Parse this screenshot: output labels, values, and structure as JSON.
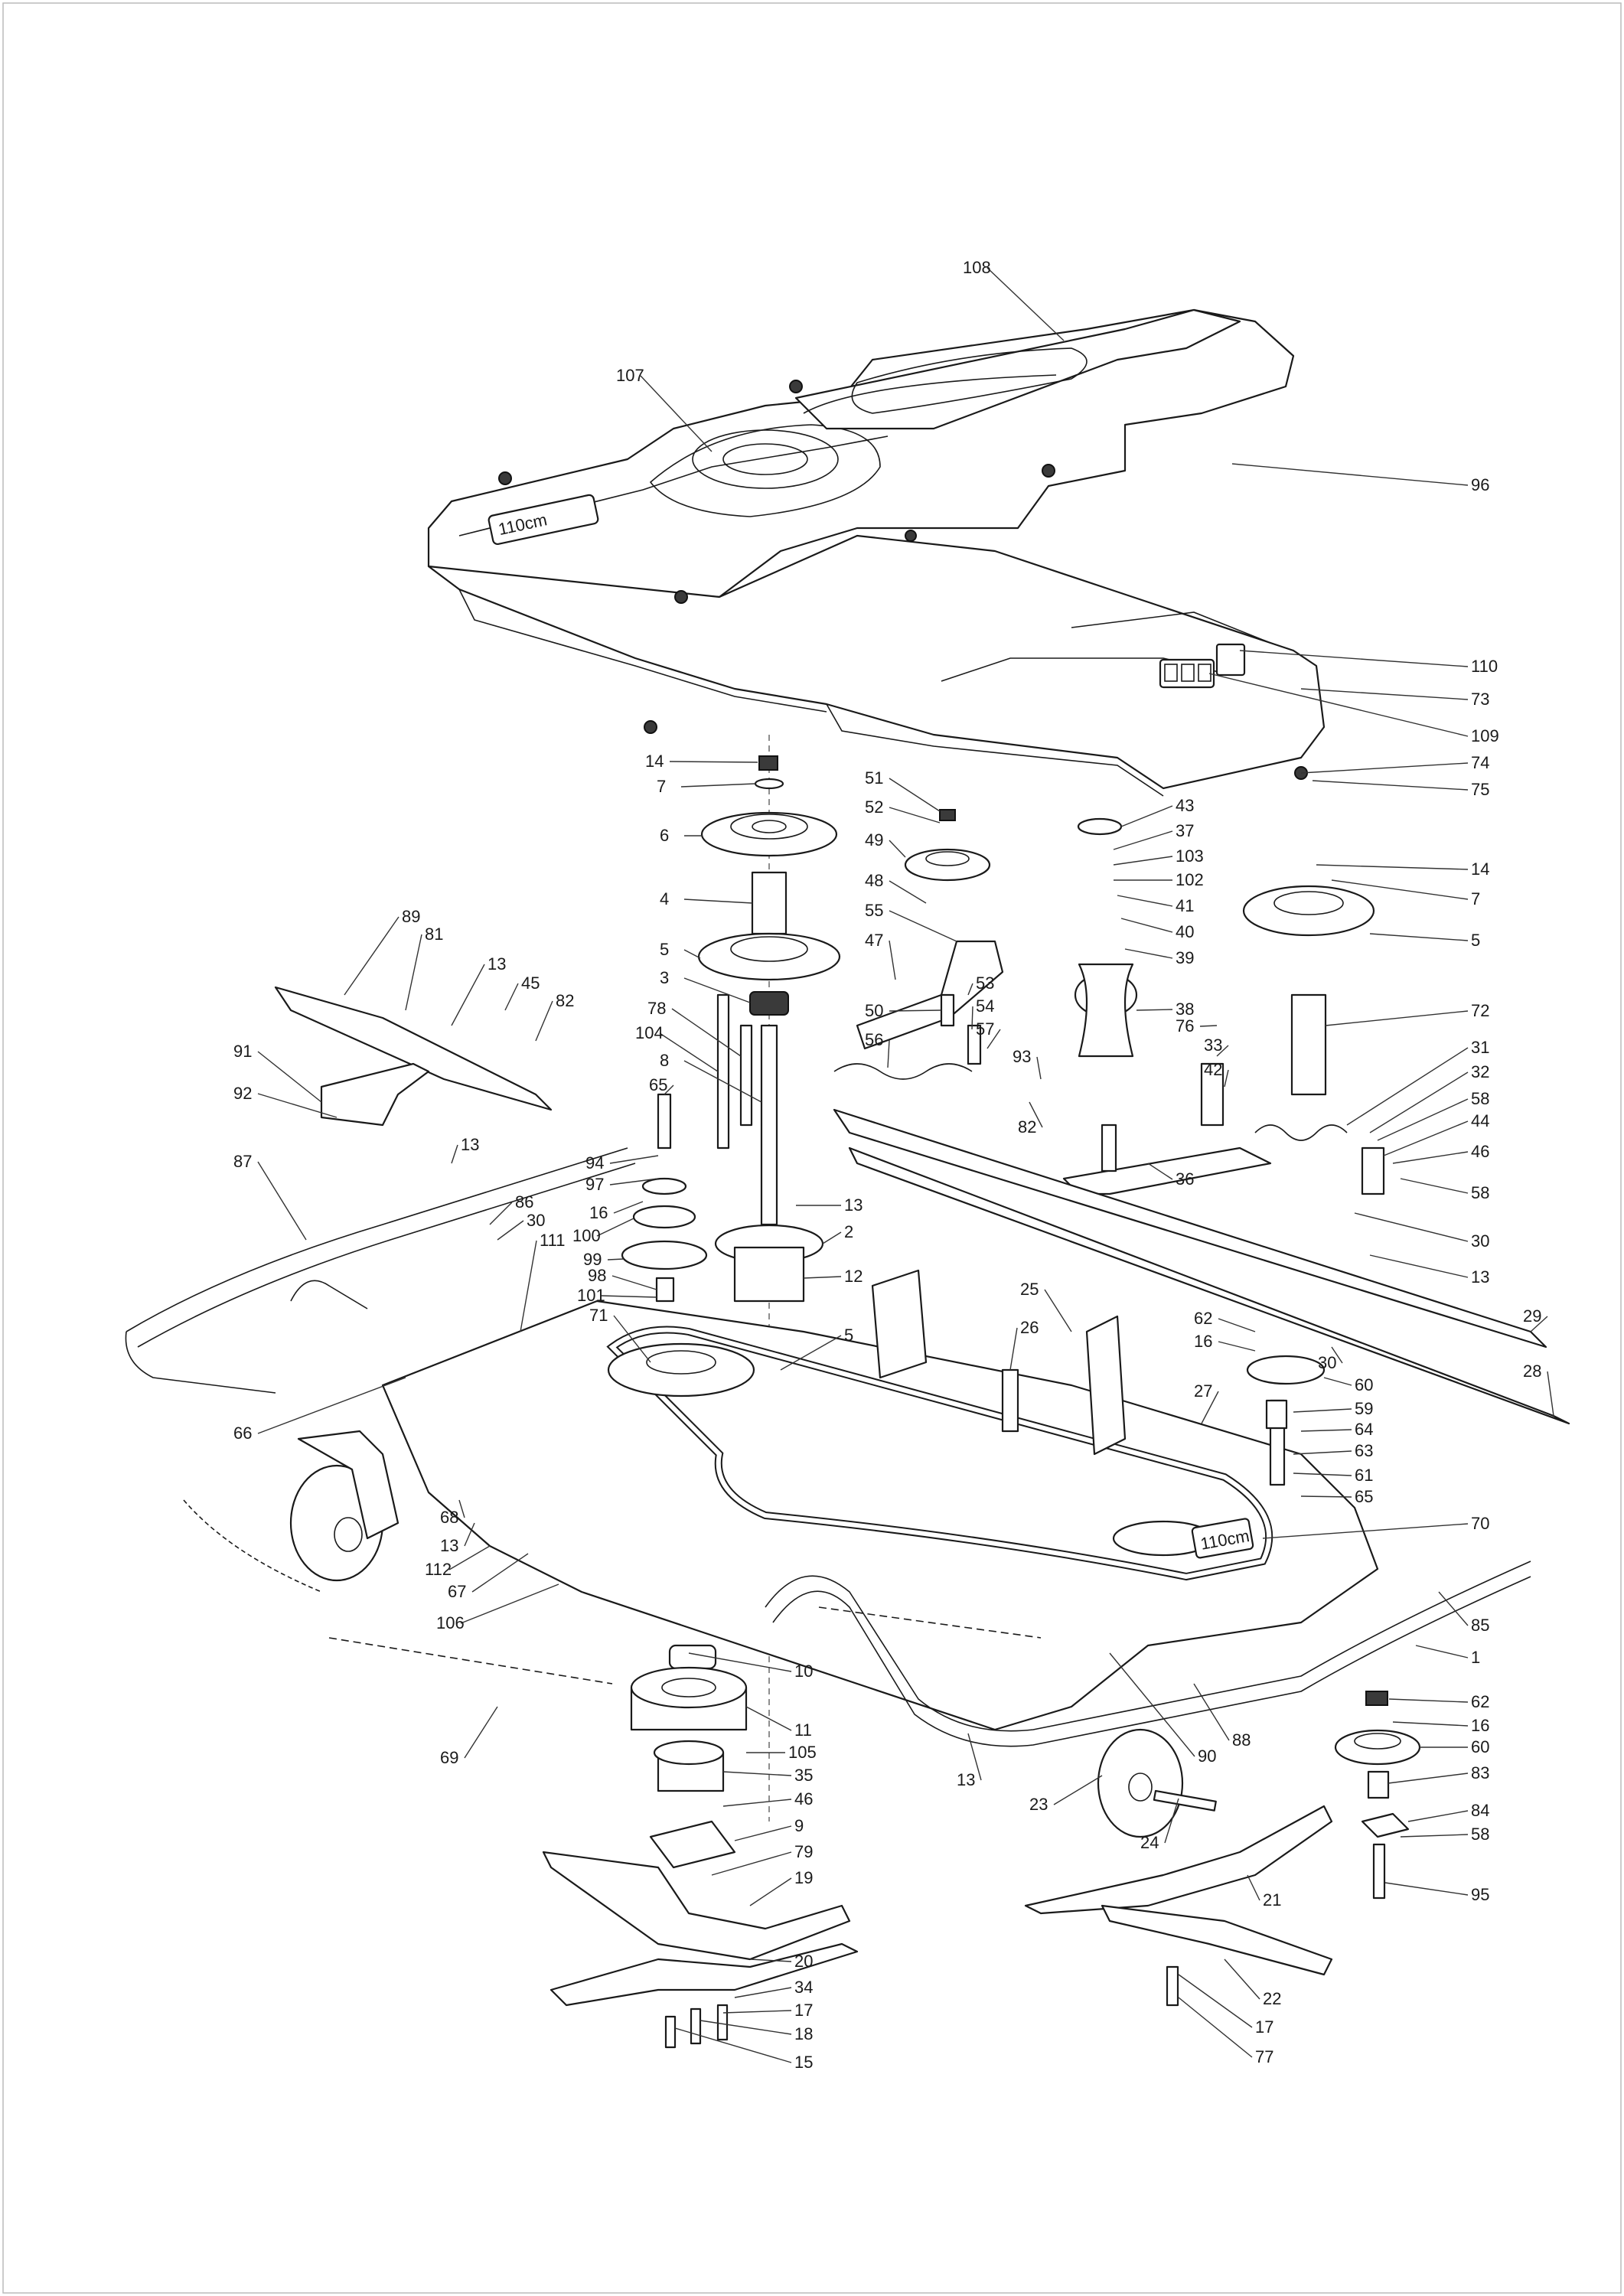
{
  "diagram": {
    "deck_badge_text": "110cm",
    "callouts": [
      {
        "id": "c108",
        "text": "108"
      },
      {
        "id": "c107",
        "text": "107"
      },
      {
        "id": "c96",
        "text": "96"
      },
      {
        "id": "c110",
        "text": "110"
      },
      {
        "id": "c73",
        "text": "73"
      },
      {
        "id": "c109",
        "text": "109"
      },
      {
        "id": "c74",
        "text": "74"
      },
      {
        "id": "c75",
        "text": "75"
      },
      {
        "id": "c14a",
        "text": "14"
      },
      {
        "id": "c7a",
        "text": "7"
      },
      {
        "id": "c6",
        "text": "6"
      },
      {
        "id": "c4",
        "text": "4"
      },
      {
        "id": "c5a",
        "text": "5"
      },
      {
        "id": "c3",
        "text": "3"
      },
      {
        "id": "c78",
        "text": "78"
      },
      {
        "id": "c104",
        "text": "104"
      },
      {
        "id": "c8",
        "text": "8"
      },
      {
        "id": "c65",
        "text": "65"
      },
      {
        "id": "c94",
        "text": "94"
      },
      {
        "id": "c97",
        "text": "97"
      },
      {
        "id": "c16a",
        "text": "16"
      },
      {
        "id": "c100",
        "text": "100"
      },
      {
        "id": "c99",
        "text": "99"
      },
      {
        "id": "c98",
        "text": "98"
      },
      {
        "id": "c101",
        "text": "101"
      },
      {
        "id": "c2",
        "text": "2"
      },
      {
        "id": "c12",
        "text": "12"
      },
      {
        "id": "c13a",
        "text": "13"
      },
      {
        "id": "c51",
        "text": "51"
      },
      {
        "id": "c52",
        "text": "52"
      },
      {
        "id": "c49",
        "text": "49"
      },
      {
        "id": "c48",
        "text": "48"
      },
      {
        "id": "c55",
        "text": "55"
      },
      {
        "id": "c47",
        "text": "47"
      },
      {
        "id": "c50",
        "text": "50"
      },
      {
        "id": "c53",
        "text": "53"
      },
      {
        "id": "c54",
        "text": "54"
      },
      {
        "id": "c57",
        "text": "57"
      },
      {
        "id": "c56",
        "text": "56"
      },
      {
        "id": "c93",
        "text": "93"
      },
      {
        "id": "c82a",
        "text": "82"
      },
      {
        "id": "c43",
        "text": "43"
      },
      {
        "id": "c37",
        "text": "37"
      },
      {
        "id": "c103",
        "text": "103"
      },
      {
        "id": "c102",
        "text": "102"
      },
      {
        "id": "c41",
        "text": "41"
      },
      {
        "id": "c40",
        "text": "40"
      },
      {
        "id": "c39",
        "text": "39"
      },
      {
        "id": "c38",
        "text": "38"
      },
      {
        "id": "c76",
        "text": "76"
      },
      {
        "id": "c33",
        "text": "33"
      },
      {
        "id": "c42",
        "text": "42"
      },
      {
        "id": "c36",
        "text": "36"
      },
      {
        "id": "c14b",
        "text": "14"
      },
      {
        "id": "c7b",
        "text": "7"
      },
      {
        "id": "c5b",
        "text": "5"
      },
      {
        "id": "c72",
        "text": "72"
      },
      {
        "id": "c31",
        "text": "31"
      },
      {
        "id": "c32",
        "text": "32"
      },
      {
        "id": "c58a",
        "text": "58"
      },
      {
        "id": "c44",
        "text": "44"
      },
      {
        "id": "c46a",
        "text": "46"
      },
      {
        "id": "c58b",
        "text": "58"
      },
      {
        "id": "c30a",
        "text": "30"
      },
      {
        "id": "c13b",
        "text": "13"
      },
      {
        "id": "c29",
        "text": "29"
      },
      {
        "id": "c28",
        "text": "28"
      },
      {
        "id": "c89",
        "text": "89"
      },
      {
        "id": "c81",
        "text": "81"
      },
      {
        "id": "c13c",
        "text": "13"
      },
      {
        "id": "c45",
        "text": "45"
      },
      {
        "id": "c82b",
        "text": "82"
      },
      {
        "id": "c91",
        "text": "91"
      },
      {
        "id": "c92",
        "text": "92"
      },
      {
        "id": "c87",
        "text": "87"
      },
      {
        "id": "c13d",
        "text": "13"
      },
      {
        "id": "c86",
        "text": "86"
      },
      {
        "id": "c30b",
        "text": "30"
      },
      {
        "id": "c111",
        "text": "111"
      },
      {
        "id": "c71",
        "text": "71"
      },
      {
        "id": "c5c",
        "text": "5"
      },
      {
        "id": "c25",
        "text": "25"
      },
      {
        "id": "c26",
        "text": "26"
      },
      {
        "id": "c27",
        "text": "27"
      },
      {
        "id": "c62a",
        "text": "62"
      },
      {
        "id": "c16b",
        "text": "16"
      },
      {
        "id": "c30c",
        "text": "30"
      },
      {
        "id": "c60a",
        "text": "60"
      },
      {
        "id": "c59",
        "text": "59"
      },
      {
        "id": "c64",
        "text": "64"
      },
      {
        "id": "c63",
        "text": "63"
      },
      {
        "id": "c61",
        "text": "61"
      },
      {
        "id": "c65b",
        "text": "65"
      },
      {
        "id": "c70",
        "text": "70"
      },
      {
        "id": "c66",
        "text": "66"
      },
      {
        "id": "c68",
        "text": "68"
      },
      {
        "id": "c13e",
        "text": "13"
      },
      {
        "id": "c112",
        "text": "112"
      },
      {
        "id": "c67",
        "text": "67"
      },
      {
        "id": "c106",
        "text": "106"
      },
      {
        "id": "c69",
        "text": "69"
      },
      {
        "id": "c10",
        "text": "10"
      },
      {
        "id": "c85",
        "text": "85"
      },
      {
        "id": "c1",
        "text": "1"
      },
      {
        "id": "c88",
        "text": "88"
      },
      {
        "id": "c90",
        "text": "90"
      },
      {
        "id": "c13f",
        "text": "13"
      },
      {
        "id": "c11",
        "text": "11"
      },
      {
        "id": "c105",
        "text": "105"
      },
      {
        "id": "c35",
        "text": "35"
      },
      {
        "id": "c46b",
        "text": "46"
      },
      {
        "id": "c9",
        "text": "9"
      },
      {
        "id": "c79",
        "text": "79"
      },
      {
        "id": "c19",
        "text": "19"
      },
      {
        "id": "c20",
        "text": "20"
      },
      {
        "id": "c34",
        "text": "34"
      },
      {
        "id": "c17a",
        "text": "17"
      },
      {
        "id": "c18",
        "text": "18"
      },
      {
        "id": "c15",
        "text": "15"
      },
      {
        "id": "c23",
        "text": "23"
      },
      {
        "id": "c24",
        "text": "24"
      },
      {
        "id": "c21",
        "text": "21"
      },
      {
        "id": "c22",
        "text": "22"
      },
      {
        "id": "c17b",
        "text": "17"
      },
      {
        "id": "c77",
        "text": "77"
      },
      {
        "id": "c62b",
        "text": "62"
      },
      {
        "id": "c16c",
        "text": "16"
      },
      {
        "id": "c60b",
        "text": "60"
      },
      {
        "id": "c83",
        "text": "83"
      },
      {
        "id": "c84",
        "text": "84"
      },
      {
        "id": "c58c",
        "text": "58"
      },
      {
        "id": "c95",
        "text": "95"
      }
    ]
  }
}
